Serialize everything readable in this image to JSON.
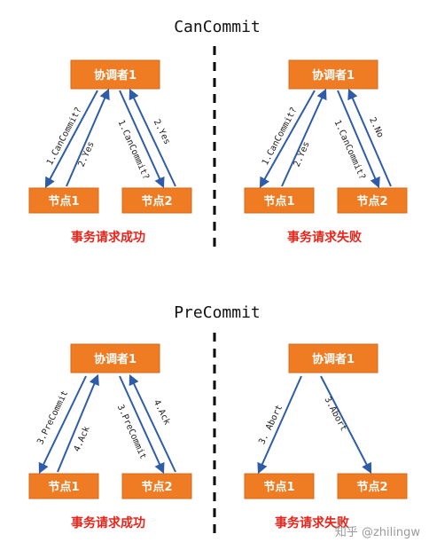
{
  "colors": {
    "node_fill": "#ef7b22",
    "arrow": "#2f5ca8",
    "result_text": "#e8241a"
  },
  "phases": {
    "can_commit": {
      "title": "CanCommit",
      "success": {
        "coordinator": "协调者1",
        "node1": "节点1",
        "node2": "节点2",
        "msg_to_node1": "1.CanCommit?",
        "msg_from_node1": "2.Yes",
        "msg_to_node2": "1.CanCommit?",
        "msg_from_node2": "2.Yes",
        "result": "事务请求成功"
      },
      "failure": {
        "coordinator": "协调者1",
        "node1": "节点1",
        "node2": "节点2",
        "msg_to_node1": "1.CanCommit?",
        "msg_from_node1": "2.Yes",
        "msg_to_node2": "1.CanCommit?",
        "msg_from_node2": "2.No",
        "result": "事务请求失败"
      }
    },
    "pre_commit": {
      "title": "PreCommit",
      "success": {
        "coordinator": "协调者1",
        "node1": "节点1",
        "node2": "节点2",
        "msg_to_node1": "3.PreCommit",
        "msg_from_node1": "4.Ack",
        "msg_to_node2": "3.PreCommit",
        "msg_from_node2": "4.Ack",
        "result": "事务请求成功"
      },
      "failure": {
        "coordinator": "协调者1",
        "node1": "节点1",
        "node2": "节点2",
        "msg_to_node1": "3. Abort",
        "msg_to_node2": "3.Abort",
        "result": "事务请求失败"
      }
    }
  },
  "watermark": "知乎 @zhilingw"
}
